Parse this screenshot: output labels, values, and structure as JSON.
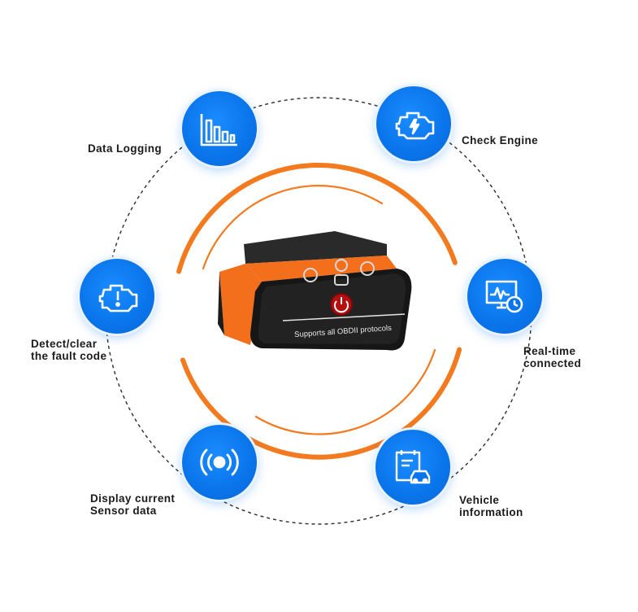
{
  "features": [
    {
      "key": "data-logging",
      "icon": "bar-chart-icon",
      "lines": [
        "Data Logging"
      ]
    },
    {
      "key": "check-engine",
      "icon": "engine-bolt-icon",
      "lines": [
        "Check Engine"
      ]
    },
    {
      "key": "fault-code",
      "icon": "engine-warning-icon",
      "lines": [
        "Detect/clear",
        "the fault code"
      ]
    },
    {
      "key": "real-time",
      "icon": "monitor-clock-icon",
      "lines": [
        "Real-time",
        "connected"
      ]
    },
    {
      "key": "sensor-data",
      "icon": "signal-waves-icon",
      "lines": [
        "Display current",
        "Sensor data"
      ]
    },
    {
      "key": "vehicle-info",
      "icon": "clipboard-car-icon",
      "lines": [
        "Vehicle",
        "information"
      ]
    }
  ],
  "device": {
    "name": "obd-scanner",
    "caption": "Supports all OBDII protocols",
    "colors": {
      "body": "#1c1c1c",
      "accent": "#f36f1c"
    }
  },
  "colors": {
    "icon_blue": "#0a74ea",
    "orange_arc": "#f47a20",
    "dashed_ring": "#2a2a2a",
    "label": "#1b1b1b"
  }
}
